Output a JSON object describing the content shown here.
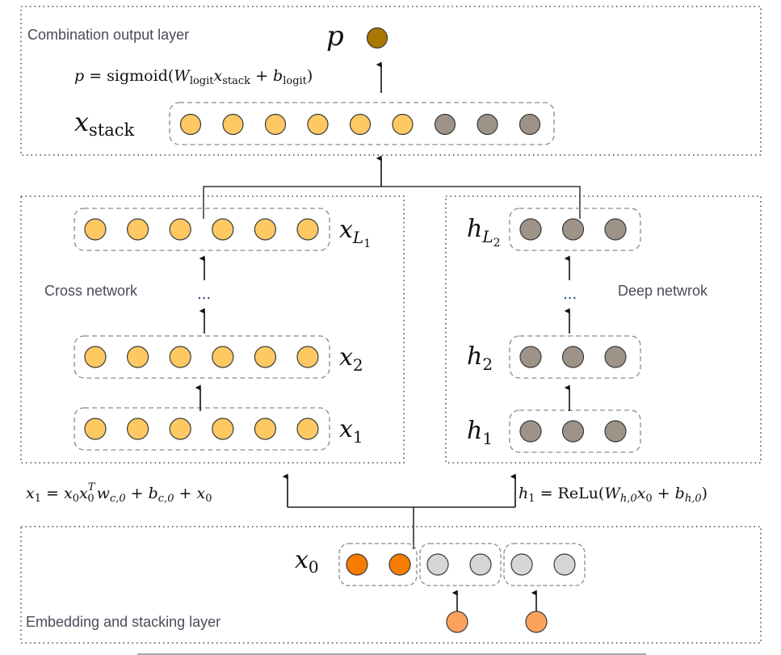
{
  "colors": {
    "cross_node": "#fec862",
    "deep_node": "#9e9387",
    "output_node": "#a87800",
    "dense_embed_node": "#f57c00",
    "sparse_embed_node": "#d6d6d6",
    "sparse_input_node": "#fca25e",
    "node_stroke": "#3a3a3a",
    "section_border": "#222222",
    "group_border": "#8a8a8a",
    "arrow": "#111111"
  },
  "sections": {
    "output": {
      "label": "Combination output layer"
    },
    "cross": {
      "label": "Cross network"
    },
    "deep": {
      "label": "Deep netwrok"
    },
    "embedding": {
      "label": "Embedding and stacking layer"
    }
  },
  "output_layer": {
    "p_label": "p",
    "formula": {
      "lhs": "p",
      "eq": " = sigmoid(",
      "w": "W",
      "w_sub": "logit",
      "x": "x",
      "x_sub": "stack",
      "plus": " + ",
      "b": "b",
      "b_sub": "logit",
      "close": ")"
    },
    "stack_label": {
      "base": "x",
      "sub": "stack"
    },
    "stack_nodes": [
      "cross",
      "cross",
      "cross",
      "cross",
      "cross",
      "cross",
      "deep",
      "deep",
      "deep"
    ]
  },
  "cross_network": {
    "layers": [
      {
        "base": "x",
        "sub": "L",
        "subsub": "1",
        "nodes": 6
      },
      {
        "base": "x",
        "sub": "2",
        "nodes": 6
      },
      {
        "base": "x",
        "sub": "1",
        "nodes": 6
      }
    ],
    "ellipsis": "···",
    "formula": {
      "text_a": "x",
      "sub_a": "1",
      "eq": " = ",
      "x0a": "x",
      "sub0a": "0",
      "x0b": "x",
      "sup0b": "T",
      "sub0b": "0",
      "w": "w",
      "w_sub": "c,0",
      "plus1": " + ",
      "b": "b",
      "b_sub": "c,0",
      "plus2": " + ",
      "x0c": "x",
      "sub0c": "0"
    }
  },
  "deep_network": {
    "layers": [
      {
        "base": "h",
        "sub": "L",
        "subsub": "2",
        "nodes": 3
      },
      {
        "base": "h",
        "sub": "2",
        "nodes": 3
      },
      {
        "base": "h",
        "sub": "1",
        "nodes": 3
      }
    ],
    "ellipsis": "···",
    "formula": {
      "lhs": "h",
      "lhs_sub": "1",
      "eq": " = ReLu(",
      "w": "W",
      "w_sub": "h,0",
      "x": "x",
      "x_sub": "0",
      "plus": " + ",
      "b": "b",
      "b_sub": "h,0",
      "close": ")"
    }
  },
  "embedding_layer": {
    "x0_label": {
      "base": "x",
      "sub": "0"
    },
    "groups": [
      {
        "type": "dense",
        "nodes": 2
      },
      {
        "type": "sparse",
        "nodes": 2
      },
      {
        "type": "sparse",
        "nodes": 2
      }
    ],
    "sparse_inputs": 2
  }
}
